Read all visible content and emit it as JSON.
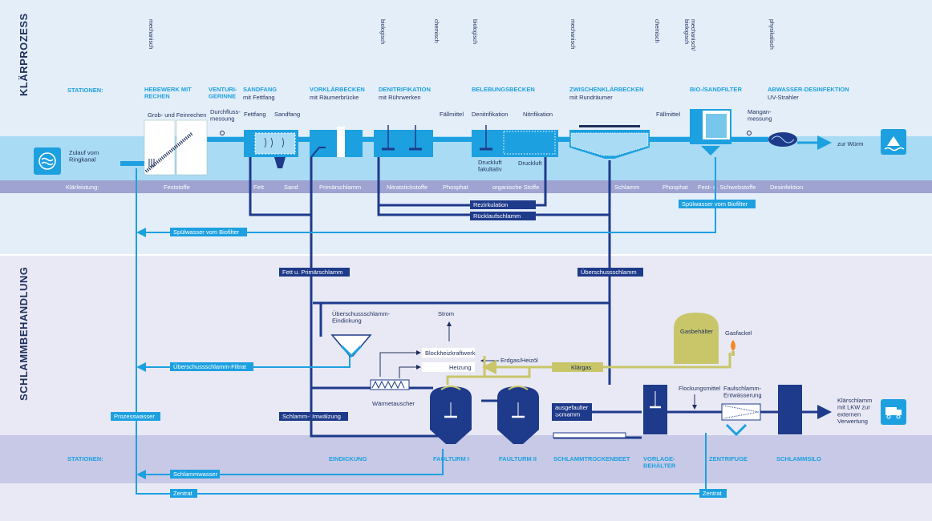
{
  "sections": {
    "top": "KLÄRPROZESS",
    "bottom": "SCHLAMMBEHANDLUNG"
  },
  "category_labels": [
    "mechanisch",
    "biologisch",
    "chemisch",
    "biologisch",
    "mechanisch",
    "chemisch",
    "mechanisch/\nbiologisch",
    "physikalisch"
  ],
  "stations_label": "STATIONEN:",
  "top_stations": [
    {
      "title": "HEBEWERK MIT\nRECHEN",
      "sub": ""
    },
    {
      "title": "VENTURI-\nGERINNE",
      "sub": ""
    },
    {
      "title": "SANDFANG",
      "sub": "mit Fettfang"
    },
    {
      "title": "VORKLÄRBECKEN",
      "sub": "mit Räumerbrücke"
    },
    {
      "title": "DENITRIFIKATION",
      "sub": "mit Rührwerken"
    },
    {
      "title": "BELEBUNGSBECKEN",
      "sub": ""
    },
    {
      "title": "ZWISCHENKLÄRBECKEN",
      "sub": "mit Rundräumer"
    },
    {
      "title": "BIO-/SANDFILTER",
      "sub": ""
    },
    {
      "title": "ABWASSER-DESINFEKTION",
      "sub": "UV-Strahler"
    }
  ],
  "process_labels": {
    "grob": "Grob- und Feinrechen",
    "durchfluss": "Durchfluss-\nmessung",
    "fettfang": "Fettfang",
    "sandfang": "Sandfang",
    "faellmittel1": "Fällmittel",
    "denitrifikation": "Denitrifikation",
    "nitrifikation": "Nitrifikation",
    "druckluft1": "Druckluft\nfakultativ",
    "druckluft2": "Druckluft",
    "faellmittel2": "Fällmittel",
    "mangan": "Mangan-\nmessung",
    "zulauf": "Zulauf vom\nRingkanal",
    "wuerm": "zur Würm"
  },
  "klaerleistung": {
    "label": "Klärleistung:",
    "items": [
      "Feststoffe",
      "Fett",
      "Sand",
      "Primärschlamm",
      "Nitratstickstoffe",
      "Phosphat",
      "organische Stoffe",
      "Schlamm",
      "Phosphat",
      "Fest- u. Schwebstoffe",
      "Desinfektion"
    ]
  },
  "flow_labels": {
    "rezirkulation": "Rezirkulation",
    "ruecklauf": "Rücklaufschlamm",
    "spuel_right": "Spülwasser vom Biofilter",
    "spuel_left": "Spülwasser vom Biofilter",
    "fett_primaer": "Fett u. Primärschlamm",
    "ueberschuss": "Überschussschlamm",
    "uesf": "Überschussschlamm-Filtrat",
    "prozesswasser": "Prozesswasser",
    "umwaelzung": "Schlamm-Umwälzung",
    "ausgefault": "ausgefaulter\nSchlamm",
    "schlammwasser": "Schlammwasser",
    "zentrat_left": "Zentrat",
    "zentrat_right": "Zentrat",
    "klaergas": "Klärgas"
  },
  "sludge_labels": {
    "eindickung": "Überschussschlamm-\nEindickung",
    "strom": "Strom",
    "bhkw": "Blockheizkraftwerk",
    "heizung": "Heizung",
    "erdgas": "Erdgas/Heizöl",
    "waerme": "Wärmetauscher",
    "gasbehaelter": "Gasbehälter",
    "gasfackel": "Gasfackel",
    "flockung": "Flockungsmittel",
    "faulschlamm": "Faulschlamm-\nEntwässerung",
    "klaerschlamm": "Klärschlamm\nmit LKW zur\nexternen\nVerwertung"
  },
  "bottom_stations": [
    "EINDICKUNG",
    "FAULTURM I",
    "FAULTURM II",
    "SCHLAMMTROCKENBEET",
    "VORLAGE-\nBEHÄLTER",
    "ZENTRIFUGE",
    "SCHLAMMSILO"
  ],
  "colors": {
    "navy": "#1e3a8a",
    "cyan": "#1da0e0",
    "band": "#a9dbf4",
    "lavender": "#9ea3d1",
    "paleTop": "#e4eef9",
    "paleBottom": "#e8e9f5",
    "gas": "#c9c66a"
  }
}
